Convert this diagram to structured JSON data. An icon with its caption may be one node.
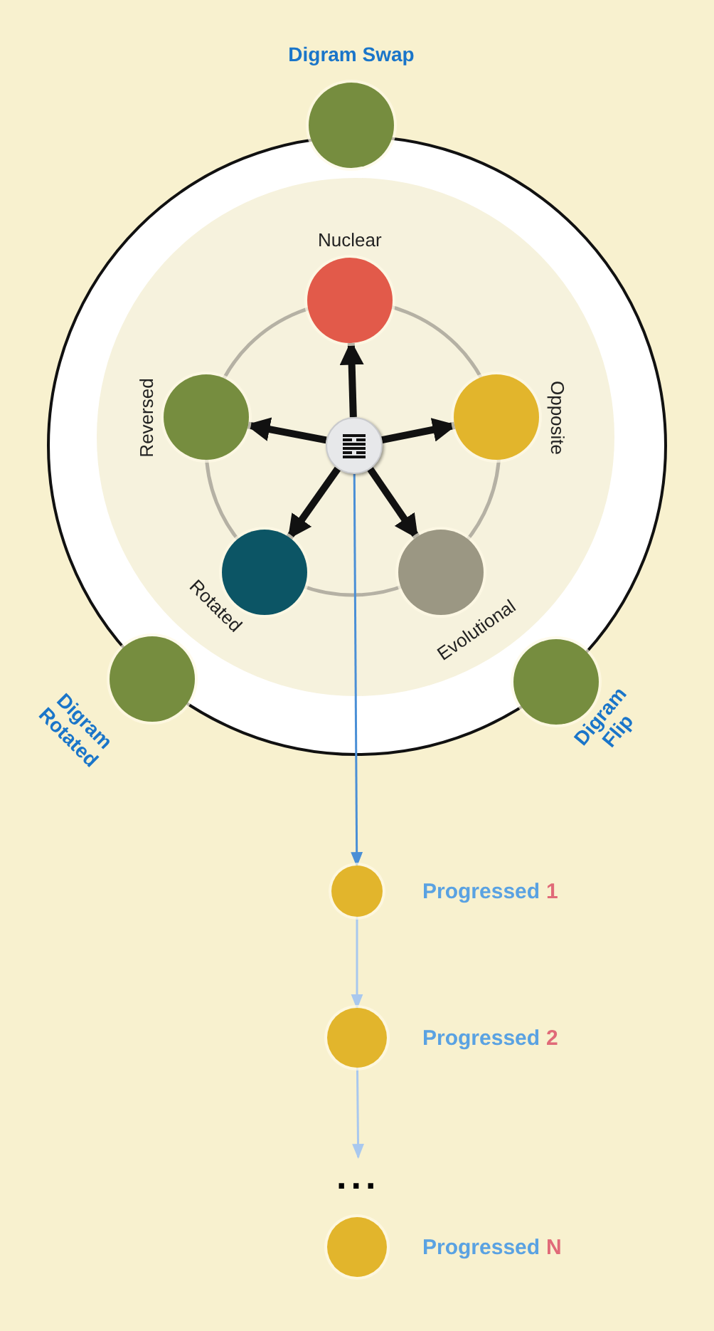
{
  "diagram": {
    "nodes": [
      {
        "text": [],
        "shape": "circle",
        "beside": [
          "Digram Swap"
        ]
      },
      {
        "text": [],
        "shape": "circle",
        "beside": [
          "Nuclear"
        ]
      },
      {
        "text": [],
        "shape": "circle",
        "beside": [
          "Opposite"
        ]
      },
      {
        "text": [],
        "shape": "circle",
        "beside": [
          "Evolutional"
        ]
      },
      {
        "text": [],
        "shape": "circle",
        "beside": [
          "Rotated"
        ]
      },
      {
        "text": [],
        "shape": "circle",
        "beside": [
          "Reversed"
        ]
      },
      {
        "text": [],
        "shape": "circle"
      },
      {
        "text": [],
        "shape": "circle",
        "beside": [
          "Digram Rotated"
        ]
      },
      {
        "text": [],
        "shape": "circle",
        "beside": [
          "Digram Flip"
        ]
      },
      {
        "text": [],
        "shape": "circle",
        "beside": [
          "Progressed",
          "1"
        ]
      },
      {
        "text": [],
        "shape": "circle",
        "beside": [
          "Progressed",
          "2"
        ]
      },
      {
        "text": [
          "..."
        ]
      },
      {
        "text": [],
        "shape": "circle",
        "beside": [
          "Progressed",
          "N"
        ]
      }
    ],
    "edges": [
      {
        "from": 6,
        "to": 1,
        "arrow": "to"
      },
      {
        "from": 6,
        "to": 2,
        "arrow": "to"
      },
      {
        "from": 6,
        "to": 3,
        "arrow": "to"
      },
      {
        "from": 6,
        "to": 4,
        "arrow": "to"
      },
      {
        "from": 6,
        "to": 5,
        "arrow": "to"
      },
      {
        "from": 6,
        "to": 9,
        "arrow": "to",
        "color": "#4a8fd6"
      },
      {
        "from": 9,
        "to": 10,
        "arrow": "to",
        "color": "#a9c8ee"
      },
      {
        "from": 10,
        "to": 11,
        "arrow": "to",
        "color": "#a9c8ee"
      }
    ]
  }
}
